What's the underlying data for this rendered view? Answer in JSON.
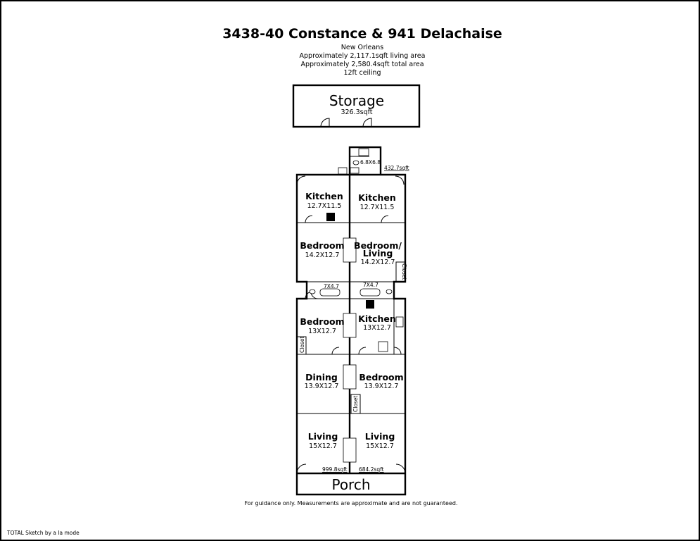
{
  "header": {
    "title": "3438-40  Constance & 941 Delachaise",
    "city": "New Orleans",
    "living_area": "Approximately 2,117.1sqft living area",
    "total_area": "Approximately 2,580.4sqft total area",
    "ceiling": "12ft ceiling"
  },
  "storage": {
    "name": "Storage",
    "area": "326.3sqft"
  },
  "annex": {
    "bath_dim": "6.8X6.8",
    "area": "432.7sqft"
  },
  "rooms": {
    "kitchen_left": {
      "name": "Kitchen",
      "dim": "12.7X11.5"
    },
    "kitchen_right": {
      "name": "Kitchen",
      "dim": "12.7X11.5"
    },
    "bedroom_left_upper": {
      "name": "Bedroom",
      "dim": "14.2X12.7"
    },
    "bedroom_living_right": {
      "name_line1": "Bedroom/",
      "name_line2": "Living",
      "dim": "14.2X12.7"
    },
    "bath_left": {
      "dim": "7X4.7"
    },
    "bath_right": {
      "dim": "7X4.7"
    },
    "bedroom_left_mid": {
      "name": "Bedroom",
      "dim": "13X12.7"
    },
    "kitchen_right_mid": {
      "name": "Kitchen",
      "dim": "13X12.7"
    },
    "dining_left": {
      "name": "Dining",
      "dim": "13.9X12.7"
    },
    "bedroom_right_lower": {
      "name": "Bedroom",
      "dim": "13.9X12.7"
    },
    "living_left": {
      "name": "Living",
      "dim": "15X12.7"
    },
    "living_right": {
      "name": "Living",
      "dim": "15X12.7"
    },
    "porch": {
      "name": "Porch"
    }
  },
  "closets": {
    "label": "Closet"
  },
  "unit_areas": {
    "left": "999.8sqft",
    "right": "684.2sqft"
  },
  "footer": {
    "disclaimer": "For guidance only. Measurements are approximate and are not guaranteed.",
    "credit": "TOTAL Sketch by a la mode"
  },
  "colors": {
    "ink": "#000000",
    "paper": "#ffffff",
    "frame": "#000000"
  }
}
